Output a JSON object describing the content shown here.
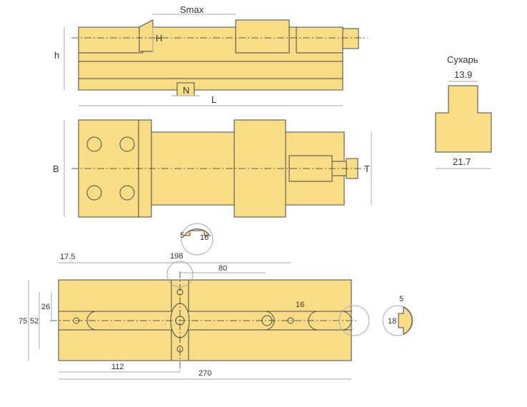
{
  "side_view": {
    "smax": "Smax",
    "h_upper": "H",
    "h_lower": "h",
    "n": "N",
    "l": "L"
  },
  "top_view": {
    "b": "B",
    "t": "T"
  },
  "sukhar": {
    "title": "Сухарь",
    "top_width": "13.9",
    "bottom_width": "21.7"
  },
  "base": {
    "detail_top": {
      "depth": "5",
      "width": "16"
    },
    "detail_right": {
      "depth": "5",
      "height": "18"
    },
    "dims": {
      "d17_5": "17.5",
      "d198": "198",
      "d80": "80",
      "d75": "75",
      "d52": "52",
      "d26": "26",
      "d16": "16",
      "d112": "112",
      "d270": "270"
    }
  },
  "colors": {
    "fill": "#f9dc86",
    "stroke": "#4a4a4a"
  }
}
